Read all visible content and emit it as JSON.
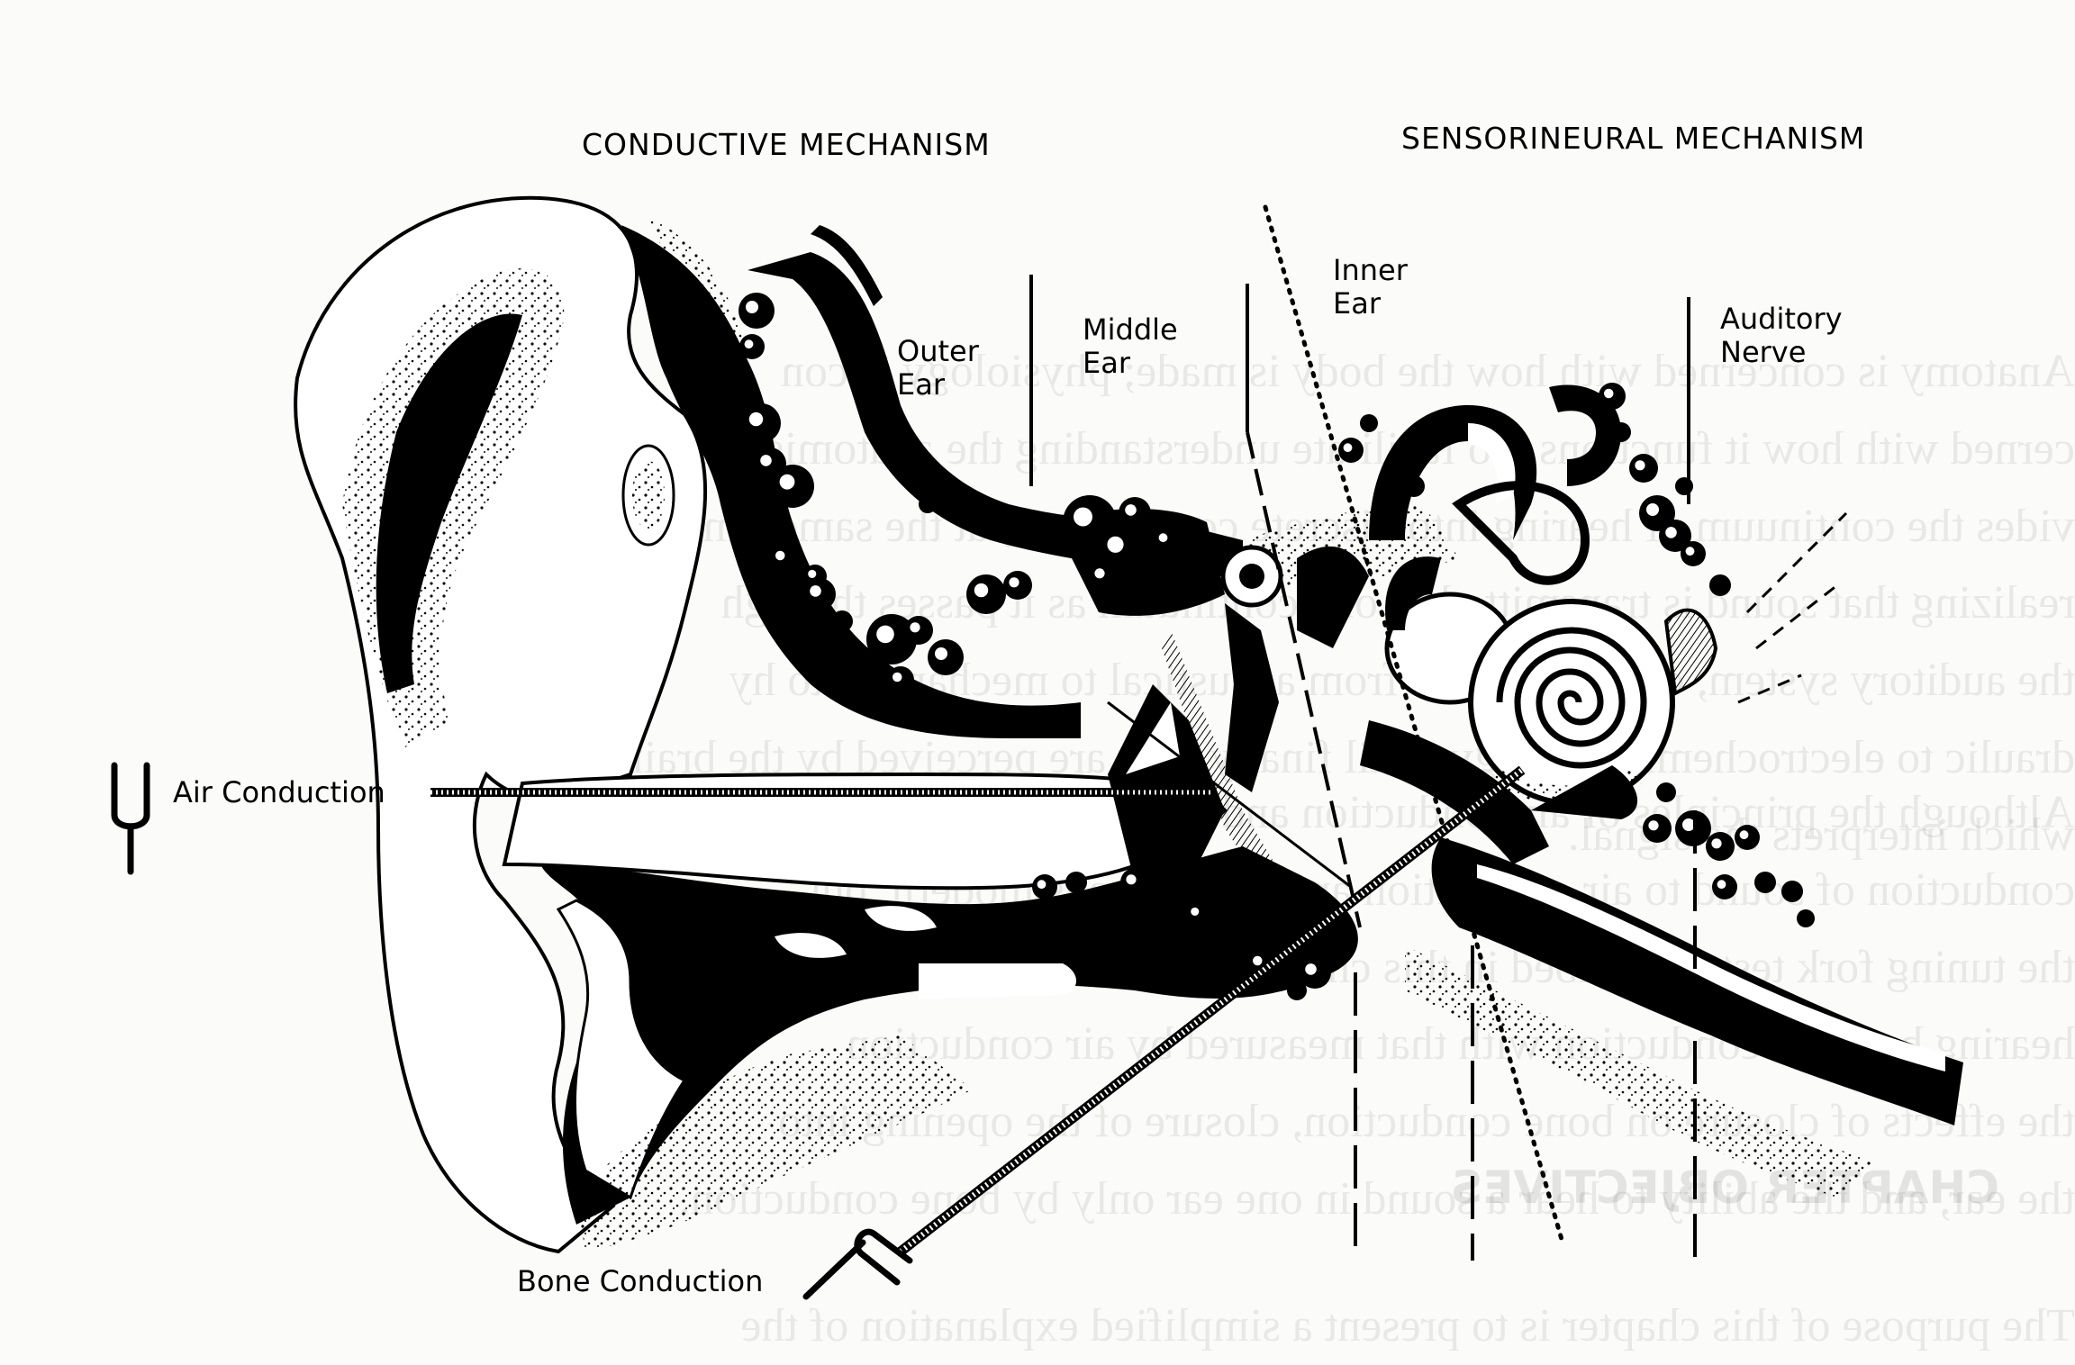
{
  "headings": {
    "conductive": "CONDUCTIVE MECHANISM",
    "sensorineural": "SENSORINEURAL MECHANISM"
  },
  "regions": {
    "outer_ear": "Outer\nEar",
    "middle_ear": "Middle\nEar",
    "inner_ear": "Inner\nEar",
    "auditory_nerve": "Auditory\nNerve"
  },
  "pathways": {
    "air": "Air Conduction",
    "bone": "Bone Conduction"
  },
  "show_through": {
    "lines": [
      "Anatomy is concerned with how the body is made; physiology is con",
      "cerned with how it functions. To facilitate understanding the anatomist neatly di",
      "vides the continuum of hearing into discrete components; at the same time",
      "realizing that sound is transmitted as one continuum as it passes through",
      "the auditory system, changing form from acoustical to mechanical to hy",
      "draulic to electrochemical energy, until finally they are perceived by the brain",
      "which interprets the signal."
    ],
    "lines2": [
      "Although the principles of air conduction and bone conduction compare bone",
      "conduction of sound to air conduction are by no means modern, but",
      "the tuning fork tests described in this chapter and which may compare the",
      "hearing by bone conduction with that measured by air conduction",
      "the effects of closure on bone conduction, closure of the opening into",
      "the ear, and the ability to hear a sound in one ear only by bone conduction."
    ],
    "heading": "CHAPTER OBJECTIVES",
    "footer": "The purpose of this chapter is to present a simplified explanation of the"
  },
  "colors": {
    "ink": "#000000",
    "paper": "#fbfbf9"
  }
}
